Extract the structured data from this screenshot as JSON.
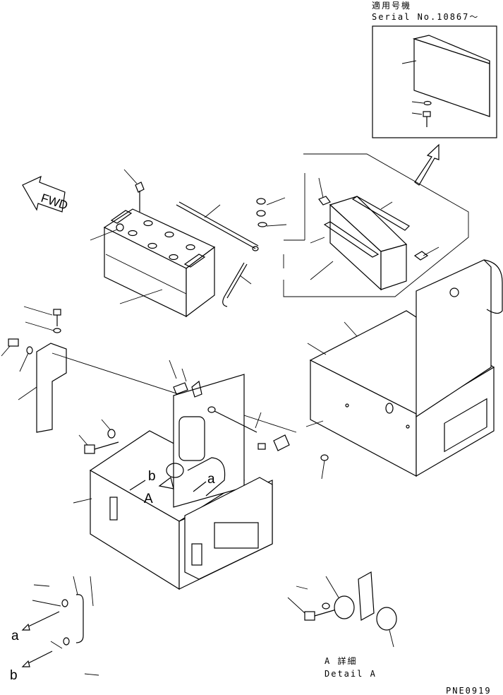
{
  "header": {
    "applicable_model": "適用号機",
    "serial": "Serial No.10867～"
  },
  "fwd_label": "FWD",
  "detail": {
    "title_jp": "A 詳細",
    "title_en": "Detail A"
  },
  "callouts": {
    "a_upper": "a",
    "b_upper": "b",
    "A_upper": "A",
    "a_lower": "a",
    "b_lower": "b"
  },
  "drawing_number": "PNE0919"
}
